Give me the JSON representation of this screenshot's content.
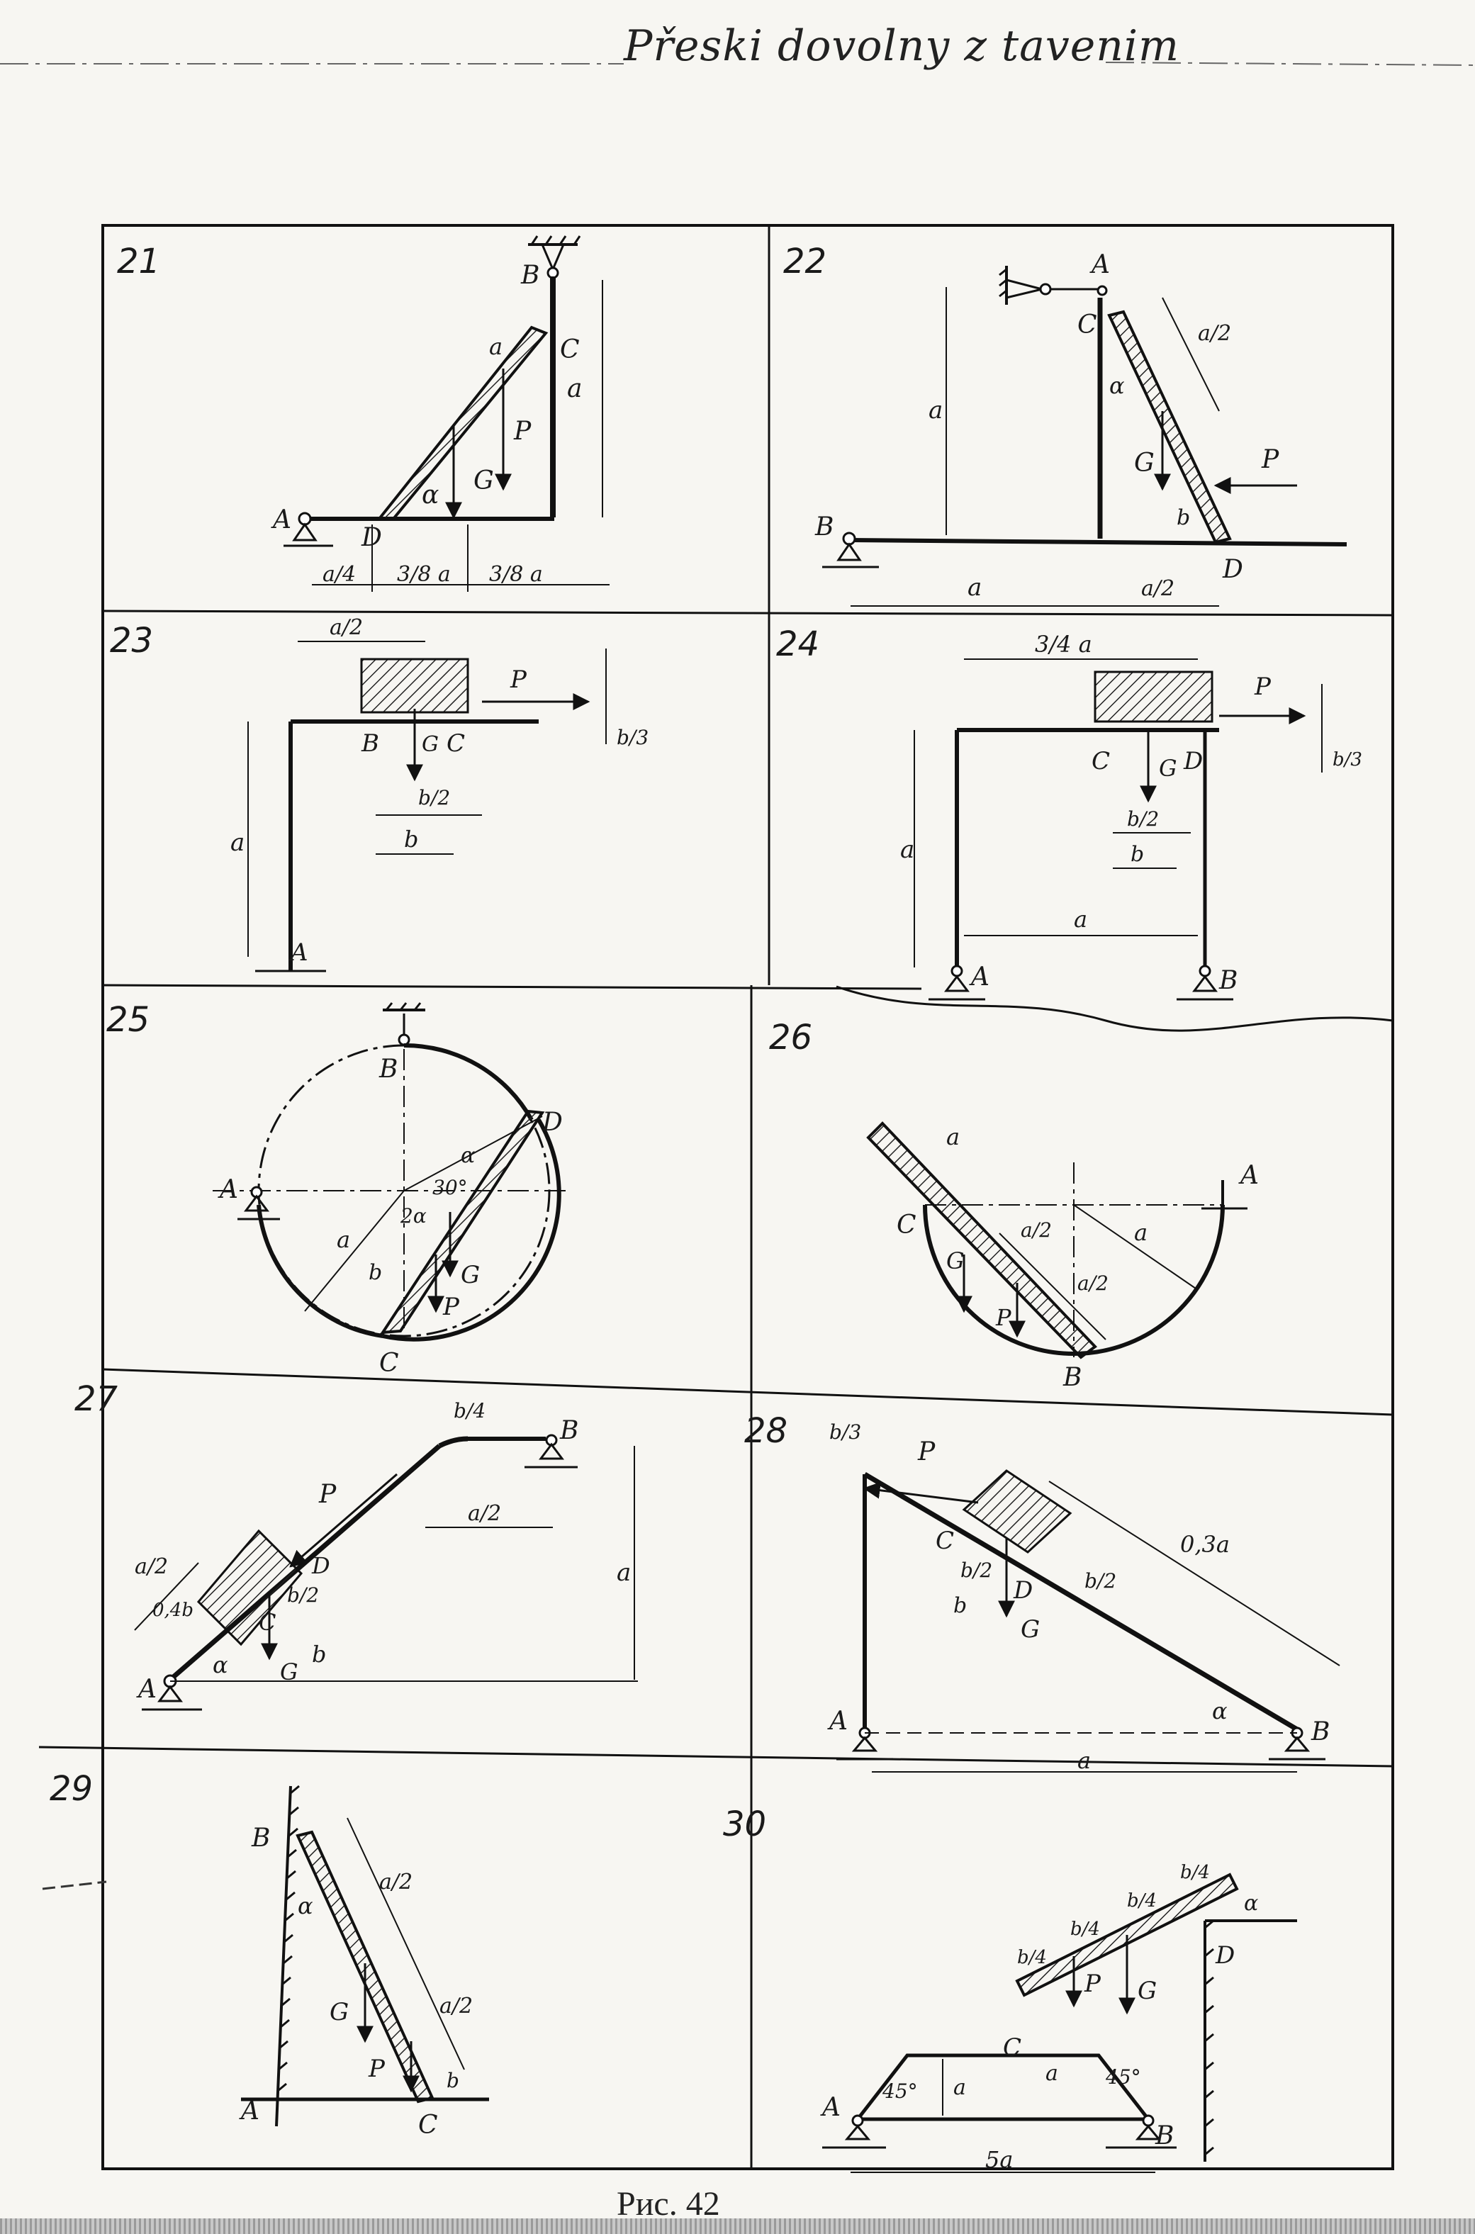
{
  "header": {
    "handwritten_title": "Přeski dovolny z tavenim"
  },
  "caption": "Рис. 42",
  "panels": [
    {
      "number": "21",
      "labels": [
        "A",
        "B",
        "C",
        "D",
        "G",
        "P",
        "a",
        "α",
        "a/4",
        "3/8 a",
        "3/8 a",
        "a"
      ]
    },
    {
      "number": "22",
      "labels": [
        "A",
        "B",
        "C",
        "D",
        "G",
        "P",
        "a",
        "a/2",
        "α",
        "b",
        "a",
        "a/2"
      ]
    },
    {
      "number": "23",
      "labels": [
        "A",
        "B",
        "C",
        "G",
        "P",
        "a/2",
        "b/3",
        "b/2",
        "b",
        "a"
      ]
    },
    {
      "number": "24",
      "labels": [
        "A",
        "B",
        "C",
        "D",
        "G",
        "P",
        "3/4 a",
        "b/3",
        "b/2",
        "b",
        "a",
        "a"
      ]
    },
    {
      "number": "25",
      "labels": [
        "A",
        "B",
        "C",
        "D",
        "G",
        "P",
        "a",
        "b",
        "α",
        "30°",
        "2α"
      ]
    },
    {
      "number": "26",
      "labels": [
        "A",
        "B",
        "C",
        "G",
        "P",
        "a",
        "a/2",
        "a/2",
        "a"
      ]
    },
    {
      "number": "27",
      "labels": [
        "A",
        "B",
        "C",
        "D",
        "G",
        "P",
        "a/2",
        "b/4",
        "0,4b",
        "b/2",
        "b",
        "α",
        "a/2",
        "a"
      ]
    },
    {
      "number": "28",
      "labels": [
        "A",
        "B",
        "C",
        "D",
        "G",
        "P",
        "b/3",
        "b/2",
        "b",
        "b/2",
        "0,3a",
        "α",
        "a"
      ]
    },
    {
      "number": "29",
      "labels": [
        "A",
        "B",
        "C",
        "G",
        "P",
        "a/2",
        "a/2",
        "α",
        "b"
      ]
    },
    {
      "number": "30",
      "labels": [
        "A",
        "B",
        "C",
        "D",
        "G",
        "P",
        "b/4",
        "b/4",
        "b/4",
        "b/4",
        "α",
        "a",
        "a",
        "45°",
        "45°",
        "5a"
      ]
    }
  ]
}
